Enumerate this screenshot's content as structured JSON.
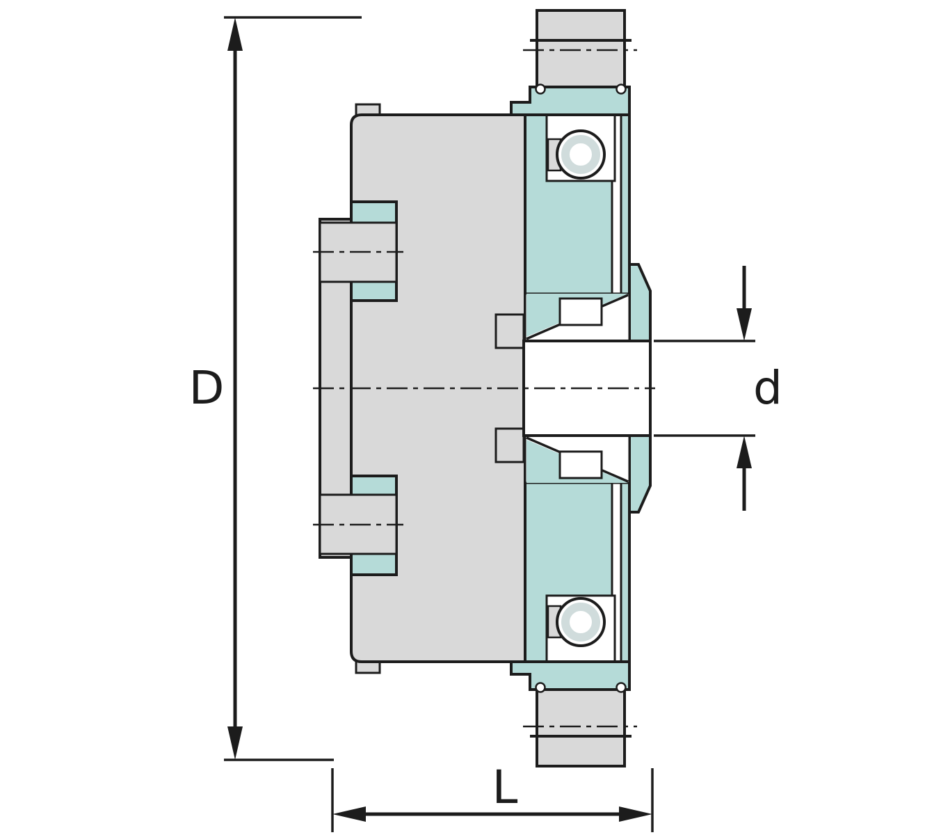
{
  "diagram": {
    "labels": {
      "outer_dimension": "D",
      "bore_dimension": "d",
      "width_dimension": "L"
    },
    "colors": {
      "outline": "#1c1c1c",
      "housing_gray": "#d9d9d9",
      "part_teal": "#b5dbd8",
      "ball_shade": "#d0dcdc",
      "background": "#ffffff"
    }
  }
}
